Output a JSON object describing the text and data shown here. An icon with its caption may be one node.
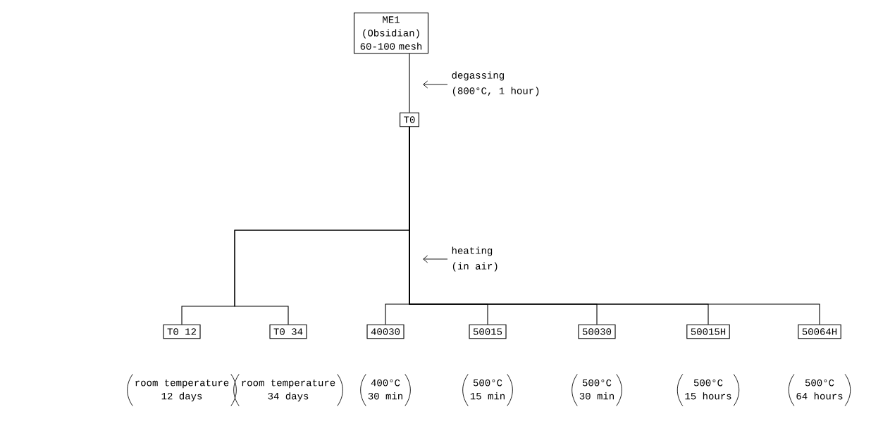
{
  "diagram": {
    "nodes": [
      {
        "text": [
          "ME1 (Obsidian) 60-100 mesh"
        ]
      },
      {
        "text": [
          "T0"
        ]
      },
      {
        "text": [
          "T0 12"
        ],
        "beside": [
          "room temperature",
          "12 days"
        ]
      },
      {
        "text": [
          "T0 34"
        ],
        "beside": [
          "room temperature",
          "34 days"
        ]
      },
      {
        "text": [
          "40030"
        ],
        "beside": [
          "400°C",
          "30 min"
        ]
      },
      {
        "text": [
          "50015"
        ],
        "beside": [
          "500°C",
          "15 min"
        ]
      },
      {
        "text": [
          "50030"
        ],
        "beside": [
          "500°C",
          "30 min"
        ]
      },
      {
        "text": [
          "50015H"
        ],
        "beside": [
          "500°C",
          "15 hours"
        ]
      },
      {
        "text": [
          "50064H"
        ],
        "beside": [
          "500°C",
          "64 hours"
        ]
      }
    ],
    "edges": [
      {
        "from": 0,
        "to": 1,
        "arrow": "none"
      },
      {
        "from": 1,
        "to": 2,
        "arrow": "none"
      },
      {
        "from": 1,
        "to": 3,
        "arrow": "none"
      },
      {
        "from": 1,
        "to": 4,
        "arrow": "none"
      },
      {
        "from": 1,
        "to": 5,
        "arrow": "none"
      },
      {
        "from": 1,
        "to": 6,
        "arrow": "none"
      },
      {
        "from": 1,
        "to": 7,
        "arrow": "none"
      },
      {
        "from": 1,
        "to": 8,
        "arrow": "none"
      }
    ],
    "labels": [
      "degassing",
      "(800°C, 1 hour)",
      "heating",
      "(in air)"
    ]
  }
}
